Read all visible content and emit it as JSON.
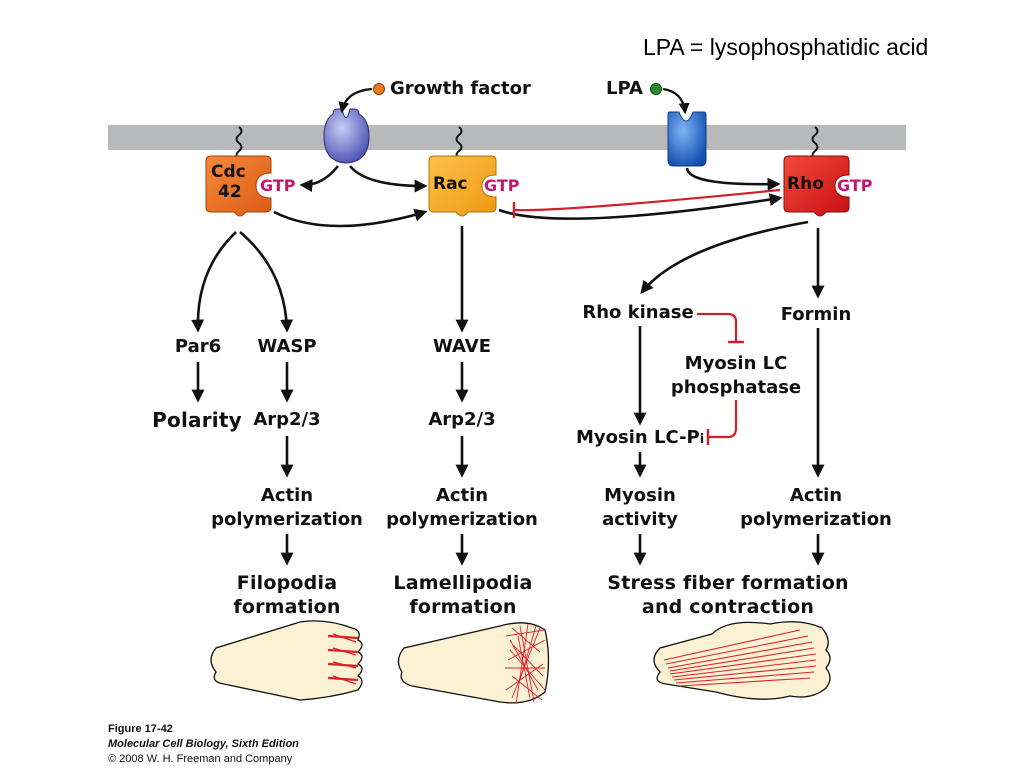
{
  "header_note": "LPA = lysophosphatidic acid",
  "ligands": {
    "growth_factor": "Growth factor",
    "lpa": "LPA"
  },
  "gtpases": {
    "cdc42": {
      "line1": "Cdc",
      "line2": "42",
      "gtp": "GTP"
    },
    "rac": {
      "name": "Rac",
      "gtp": "GTP"
    },
    "rho": {
      "name": "Rho",
      "gtp": "GTP"
    }
  },
  "cdc42_branch": {
    "par6": "Par6",
    "polarity": "Polarity",
    "wasp": "WASP",
    "arp": "Arp2/3",
    "actin1": "Actin",
    "actin2": "polymerization",
    "outcome1": "Filopodia",
    "outcome2": "formation"
  },
  "rac_branch": {
    "wave": "WAVE",
    "arp": "Arp2/3",
    "actin1": "Actin",
    "actin2": "polymerization",
    "outcome1": "Lamellipodia",
    "outcome2": "formation"
  },
  "rho_branch": {
    "rho_kinase": "Rho kinase",
    "formin": "Formin",
    "phosphatase1": "Myosin LC",
    "phosphatase2": "phosphatase",
    "myosin_lcp": "Myosin LC-P",
    "myosin_lcp_sub": "i",
    "myosin1": "Myosin",
    "myosin2": "activity",
    "actin1": "Actin",
    "actin2": "polymerization",
    "outcome1": "Stress fiber formation",
    "outcome2": "and contraction"
  },
  "caption": {
    "figure": "Figure 17-42",
    "book": "Molecular Cell Biology, Sixth Edition",
    "copyright": "© 2008 W. H. Freeman and Company"
  },
  "colors": {
    "membrane": "#b8b9bb",
    "cdc42": "#ec6a1c",
    "rac": "#f5a51b",
    "rho": "#e21d1d",
    "gtp_text": "#c5156b",
    "inhibition": "#d21f2a",
    "receptor_gf": "#5a5fc0",
    "receptor_lpa": "#1d62c8",
    "cell_fill": "#fdf1d4",
    "actin": "#d8242b"
  }
}
